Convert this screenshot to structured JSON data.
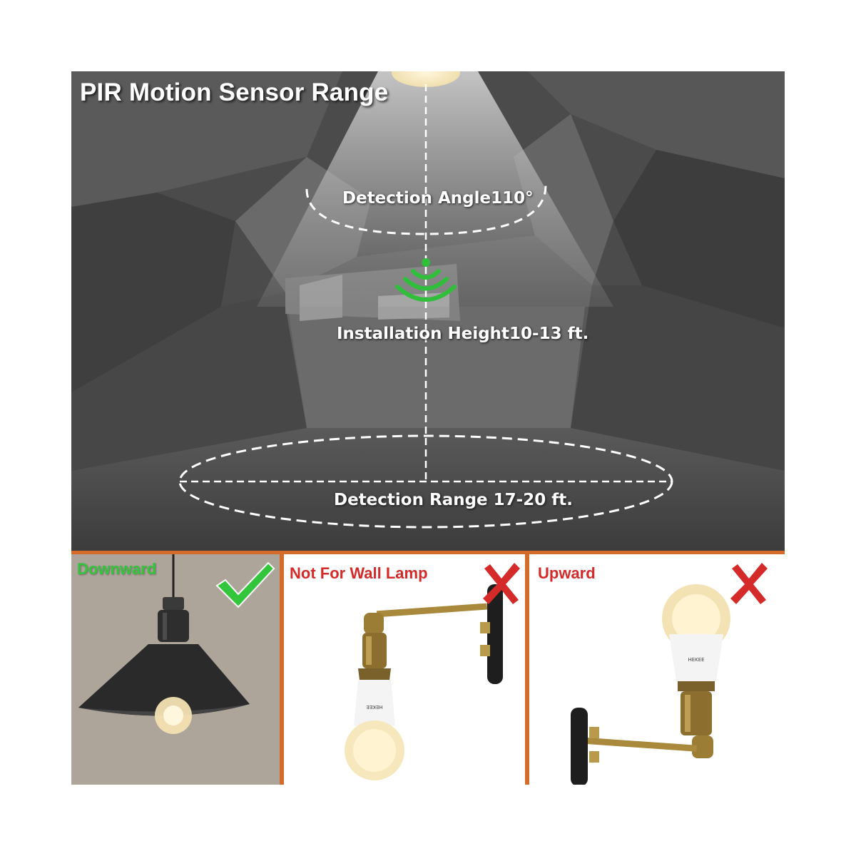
{
  "diagram": {
    "title": "PIR Motion Sensor Range",
    "angle_label": "Detection Angle110°",
    "height_label": "Installation Height10-13 ft.",
    "range_label": "Detection Range 17-20 ft."
  },
  "panels": [
    {
      "title": "Downward",
      "verdict": "check",
      "color": "#33c53b"
    },
    {
      "title": "Not For Wall Lamp",
      "verdict": "cross",
      "color": "#d42a2a"
    },
    {
      "title": "Upward",
      "verdict": "cross",
      "color": "#d42a2a"
    }
  ],
  "bulb_brand": "HEKEE",
  "colors": {
    "accent_orange": "#d56b2a",
    "check_green": "#33c53b",
    "cross_red": "#d42a2a"
  }
}
